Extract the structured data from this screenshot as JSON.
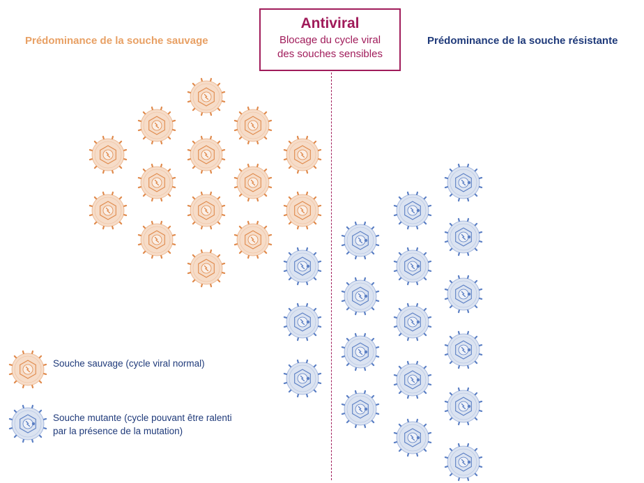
{
  "left_heading": "Prédominance de la souche sauvage",
  "right_heading": "Prédominance de la souche résistante",
  "antiviral": {
    "title": "Antiviral",
    "description_line1": "Blocage du cycle viral",
    "description_line2": "des souches sensibles"
  },
  "legend": {
    "wild_type": "Souche sauvage (cycle viral normal)",
    "mutant": "Souche mutante (cycle pouvant être ralenti par la présence de la mutation)"
  },
  "colors": {
    "wild_fill": "#f6dcc8",
    "wild_stroke": "#e08a4c",
    "mutant_fill": "#dbe3f1",
    "mutant_stroke": "#5b7fc4",
    "left_heading": "#e8a064",
    "right_heading": "#1f3a7a",
    "antiviral": "#a01b5a"
  },
  "icons": {
    "wild_type": "wild-virus-icon",
    "mutant": "mutant-virus-icon"
  }
}
